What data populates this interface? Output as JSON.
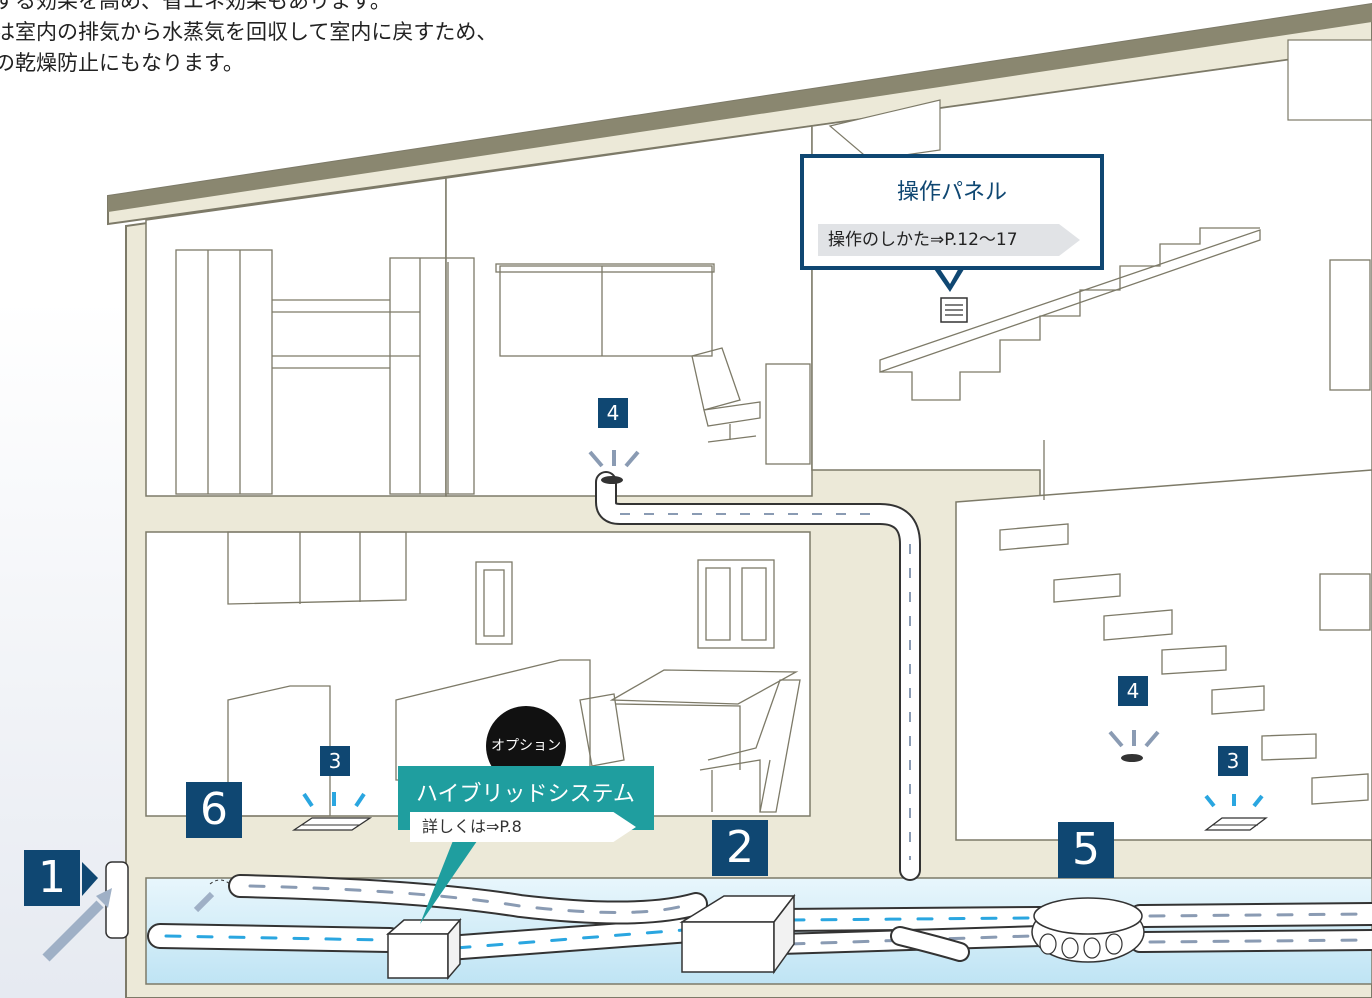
{
  "intro": {
    "line1": "する効果を高め、省エネ効果もあります。",
    "line2": "は室内の排気から水蒸気を回収して室内に戻すため、",
    "line3": "の乾燥防止にもなります。"
  },
  "callouts": {
    "panel": {
      "title": "操作パネル",
      "link": "操作のしかた⇒P.12〜17"
    },
    "hybrid": {
      "title": "ハイブリッドシステム",
      "link": "詳しくは⇒P.8"
    },
    "option": "オプション"
  },
  "badges": {
    "b1": "1",
    "b2": "2",
    "b3a": "3",
    "b3b": "3",
    "b4a": "4",
    "b4b": "4",
    "b5": "5",
    "b6": "6"
  },
  "colors": {
    "badge": "#0f4772",
    "hybrid": "#1f9e9f",
    "wall": "#ece9d8",
    "supply_arrow": "#2aa6e0",
    "exhaust_arrow": "#8a9bb3",
    "crawlspace": "#d3ecf7"
  }
}
